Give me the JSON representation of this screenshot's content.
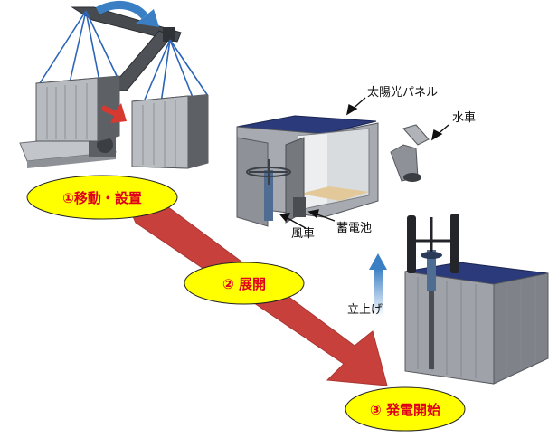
{
  "steps": [
    {
      "label": "①移動・設置"
    },
    {
      "label": "② 展開"
    },
    {
      "label": "③ 発電開始"
    }
  ],
  "callouts": {
    "solar_panel": "太陽光パネル",
    "water_wheel": "水車",
    "battery": "蓄電池",
    "wind_turbine": "風車",
    "raise": "立上げ"
  },
  "colors": {
    "arrow_red": "#c8403c",
    "oval_yellow": "#ffff00",
    "step_text_red": "#e0001b",
    "blue_arrow": "#3a7fc4",
    "container_gray": "#9a9ea4",
    "panel_blue": "#2a3a7a",
    "rope_blue": "#2c64b8"
  },
  "icons": [
    "crane-truck-icon",
    "container-icon",
    "solar-panel-icon",
    "water-wheel-icon",
    "wind-turbine-icon",
    "battery-icon"
  ]
}
